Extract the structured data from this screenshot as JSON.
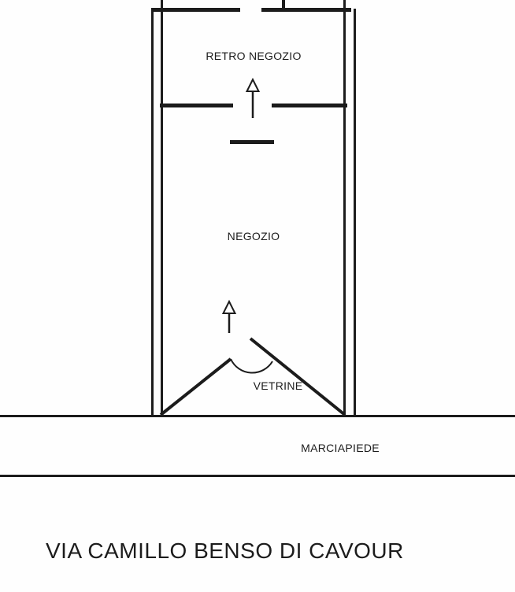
{
  "colors": {
    "ink": "#1c1c1c",
    "paper": "#ffffff"
  },
  "plan": {
    "back_room_label": "RETRO NEGOZIO",
    "shop_label": "NEGOZIO",
    "shop_windows_label": "VETRINE",
    "sidewalk_label": "MARCIAPIEDE",
    "street_name": "VIA CAMILLO BENSO DI CAVOUR"
  }
}
